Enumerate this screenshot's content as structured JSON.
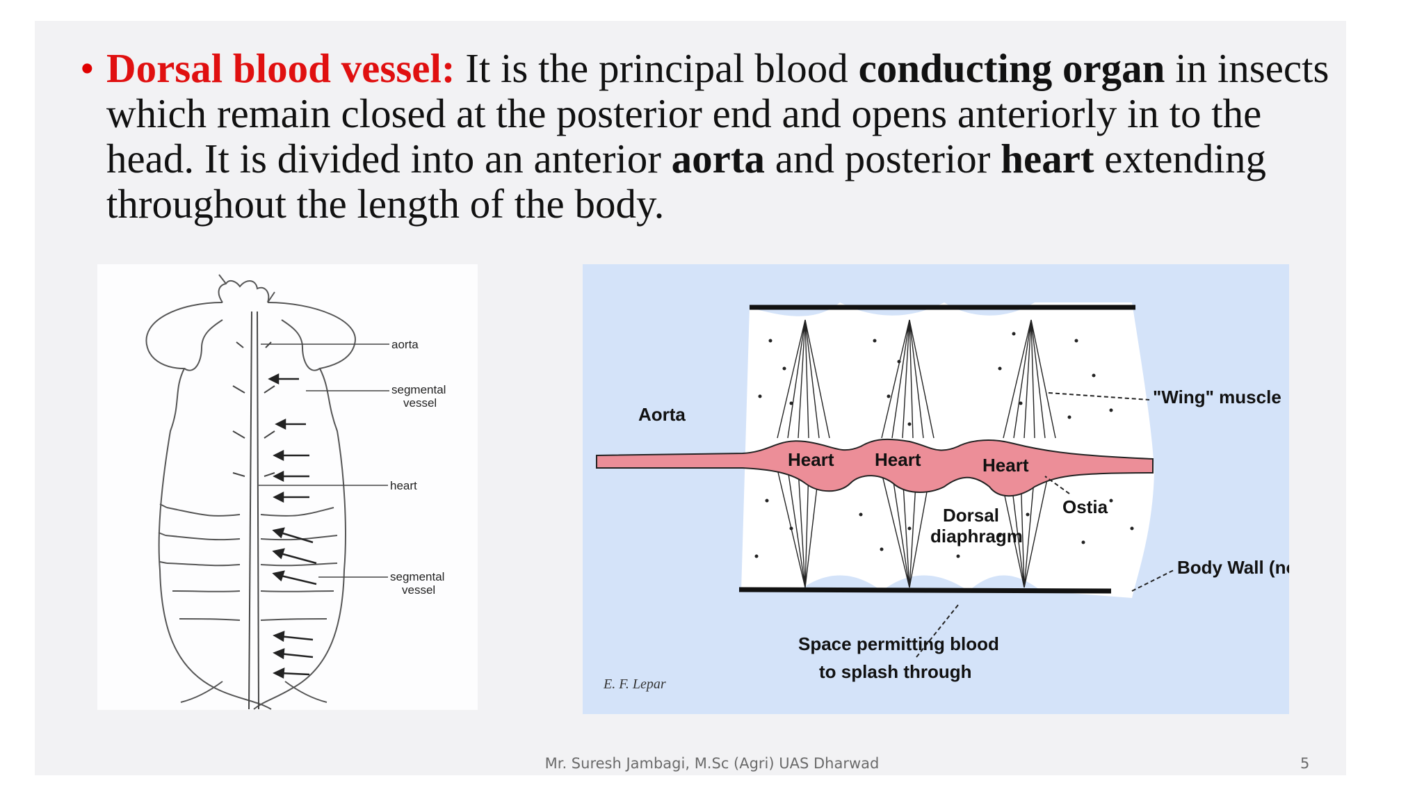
{
  "slide": {
    "bullet": {
      "term": "Dorsal blood vessel:",
      "text1": " It is the principal blood ",
      "bold1": "conducting organ",
      "text2": " in insects which remain closed at the posterior end and opens anteriorly in to the head. It is divided into an anterior ",
      "bold2": "aorta",
      "text3": " and posterior ",
      "bold3": "heart",
      "text4": " extending throughout the length of the body."
    },
    "figure_left": {
      "labels": {
        "aorta": "aorta",
        "segmental_1": "segmental",
        "vessel_1": "vessel",
        "heart": "heart",
        "segmental_2": "segmental",
        "vessel_2": "vessel"
      }
    },
    "figure_right": {
      "labels": {
        "aorta": "Aorta",
        "heart_1": "Heart",
        "heart_2": "Heart",
        "heart_3": "Heart",
        "wing_muscle": "\"Wing\" muscle",
        "ostia": "Ostia",
        "dorsal": "Dorsal",
        "diaphragm": "diaphragm",
        "body_wall": "Body Wall (notal)",
        "space_1": "Space permitting blood",
        "space_2": "to splash through",
        "credit": "E. F. Lepar"
      }
    },
    "footer": "Mr. Suresh Jambagi, M.Sc (Agri) UAS Dharwad",
    "page_number": "5",
    "colors": {
      "term": "#e01010",
      "heart_fill": "#ec8e98",
      "figure_bg": "#d4e3f9"
    }
  }
}
